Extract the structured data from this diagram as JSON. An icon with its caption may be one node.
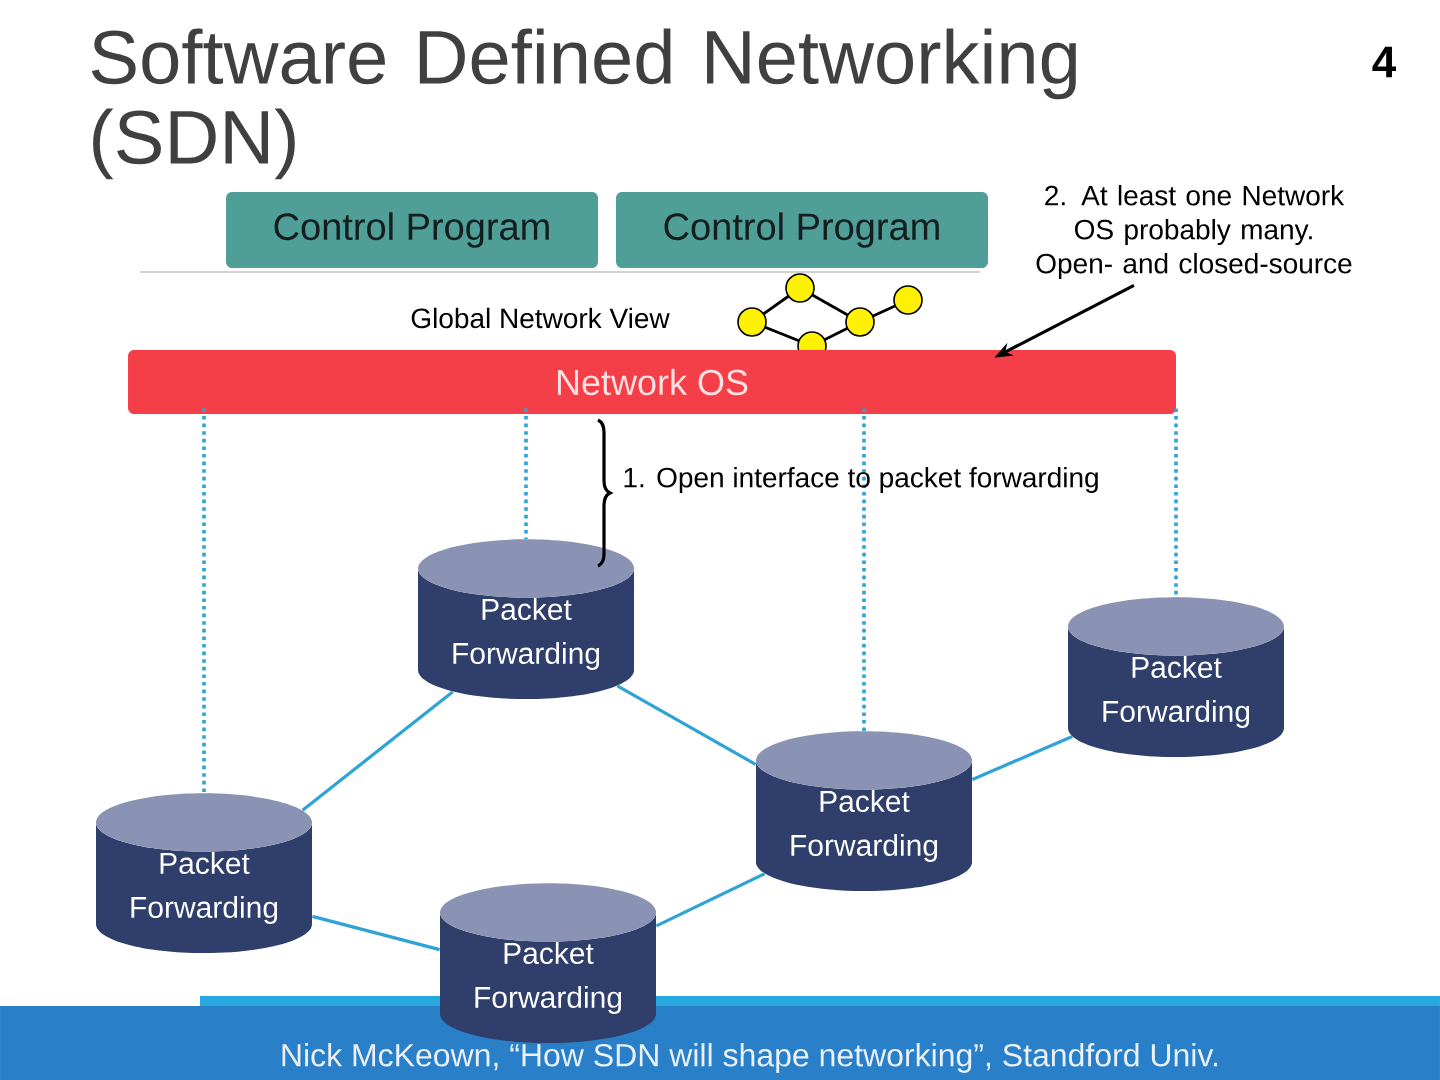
{
  "diagram": {
    "title": "Software Defined Networking (SDN)",
    "caption": "Nick McKeown, “How SDN will shape networking”, Standford Univ.",
    "nodes": [
      {
        "text": [
          "Control Program"
        ]
      },
      {
        "text": [
          "Control Program"
        ]
      },
      {
        "text": [
          "Network OS"
        ]
      },
      {
        "text": [
          "2. At least one Network OS probably many. Open- and closed-source"
        ]
      },
      {
        "text": [
          "Packet Forwarding"
        ]
      },
      {
        "text": [
          "Packet Forwarding"
        ]
      },
      {
        "text": [
          "Packet Forwarding"
        ]
      },
      {
        "text": [
          "Packet Forwarding"
        ]
      },
      {
        "text": [
          "Packet Forwarding"
        ]
      }
    ],
    "edges": [
      {
        "from": 2,
        "to": 7,
        "arrow": "none",
        "style": "dashed"
      },
      {
        "from": 2,
        "to": 4,
        "arrow": "none",
        "style": "dashed"
      },
      {
        "from": 2,
        "to": 6,
        "arrow": "none",
        "style": "dashed"
      },
      {
        "from": 2,
        "to": 5,
        "arrow": "none",
        "style": "dashed"
      },
      {
        "from": 4,
        "to": 7,
        "arrow": "none"
      },
      {
        "from": 4,
        "to": 6,
        "arrow": "none"
      },
      {
        "from": 6,
        "to": 5,
        "arrow": "none"
      },
      {
        "from": 6,
        "to": 8,
        "arrow": "none"
      },
      {
        "from": 7,
        "to": 8,
        "arrow": "none"
      },
      {
        "from": 3,
        "to": 2,
        "arrow": "to",
        "color": "#000000"
      }
    ],
    "labels": [
      "Global Network View",
      "1. Open interface to packet forwarding",
      "4"
    ]
  }
}
